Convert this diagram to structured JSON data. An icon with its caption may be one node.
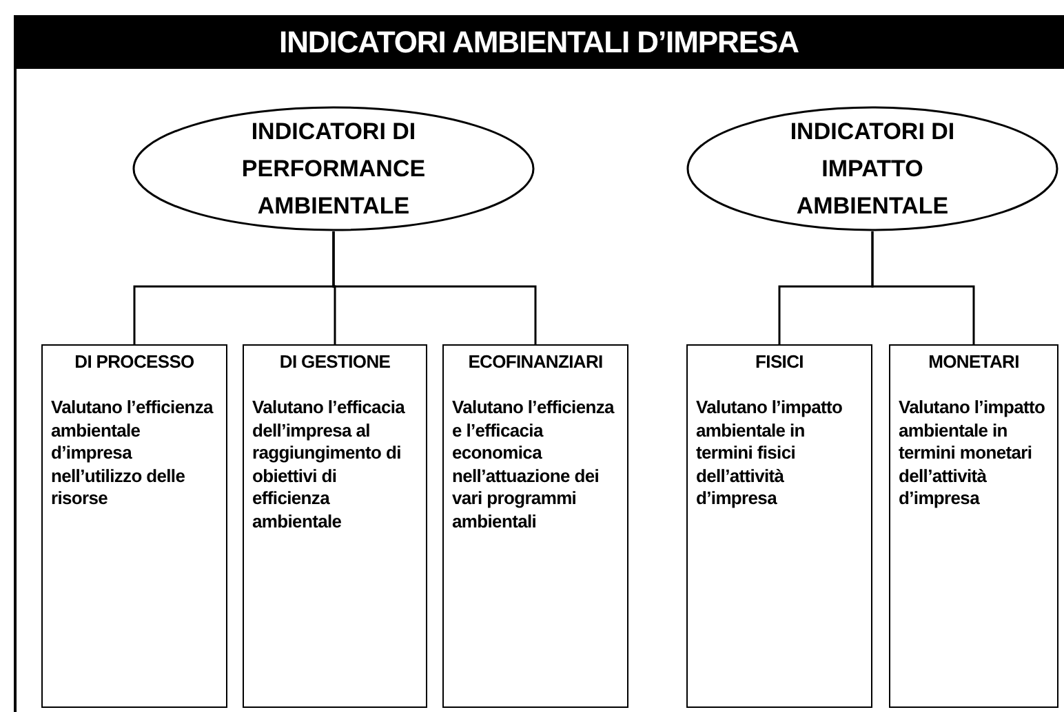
{
  "diagram": {
    "title": "INDICATORI AMBIENTALI D’IMPRESA",
    "nodes": [
      {
        "text": [
          "INDICATORI DI PERFORMANCE AMBIENTALE"
        ]
      },
      {
        "text": [
          "INDICATORI DI IMPATTO AMBIENTALE"
        ]
      },
      {
        "text": [
          "DI PROCESSO",
          "Valutano l’efficienza ambientale d’impresa nell’utilizzo delle risorse"
        ]
      },
      {
        "text": [
          "DI GESTIONE",
          "Valutano l’efficacia dell’impresa al raggiungimento di obiettivi di efficienza ambientale"
        ]
      },
      {
        "text": [
          "ECOFINANZIARI",
          "Valutano l’efficienza e l’efficacia economica nell’attuazione dei vari programmi ambientali"
        ]
      },
      {
        "text": [
          "FISICI",
          "Valutano l’impatto ambientale in termini fisici dell’attività d’impresa"
        ]
      },
      {
        "text": [
          "MONETARI",
          "Valutano l’impatto ambientale in termini monetari dell’attività d’impresa"
        ]
      }
    ],
    "edges": [
      {
        "from": 0,
        "to": 2,
        "arrow": "none"
      },
      {
        "from": 0,
        "to": 3,
        "arrow": "none"
      },
      {
        "from": 0,
        "to": 4,
        "arrow": "none"
      },
      {
        "from": 1,
        "to": 5,
        "arrow": "none"
      },
      {
        "from": 1,
        "to": 6,
        "arrow": "none"
      }
    ]
  }
}
